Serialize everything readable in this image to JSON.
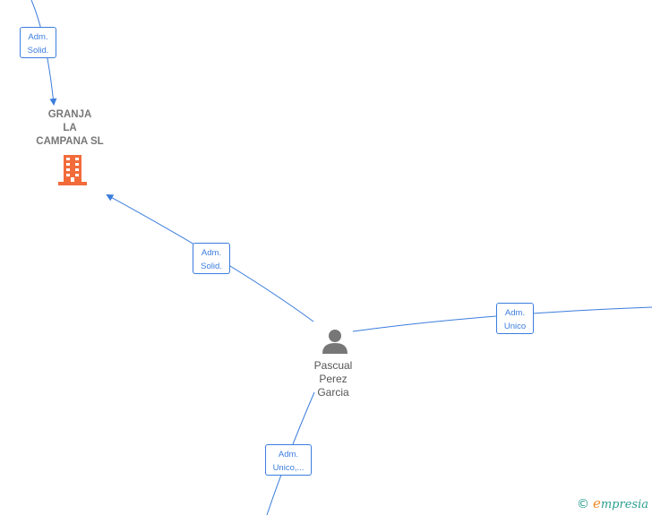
{
  "nodes": {
    "company": {
      "name_lines": [
        "GRANJA",
        "LA",
        "CAMPANA  SL"
      ],
      "icon": "building-icon",
      "icon_color": "#f26b3a"
    },
    "person": {
      "name_lines": [
        "Pascual",
        "Perez",
        "Garcia"
      ],
      "icon": "person-icon",
      "icon_color": "#777777"
    }
  },
  "edges": [
    {
      "id": "top",
      "label_lines": [
        "Adm.",
        "Solid."
      ]
    },
    {
      "id": "person-company",
      "label_lines": [
        "Adm.",
        "Solid."
      ]
    },
    {
      "id": "person-right",
      "label_lines": [
        "Adm.",
        "Unico"
      ]
    },
    {
      "id": "person-bottom",
      "label_lines": [
        "Adm.",
        "Unico,..."
      ]
    }
  ],
  "edge_color": "#3b7ddd",
  "watermark": {
    "copyright": "©",
    "brand_initial": "e",
    "brand_rest": "mpresia"
  }
}
